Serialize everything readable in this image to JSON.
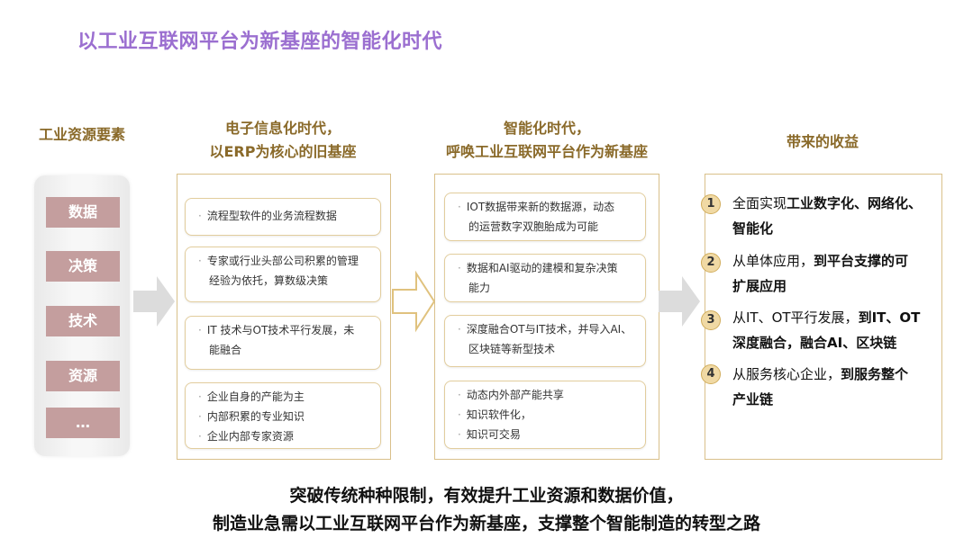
{
  "title": "以工业互联网平台为新基座的智能化时代",
  "headers": {
    "factors": "工业资源要素",
    "erp_line1": "电子信息化时代，",
    "erp_line2": "以ERP为核心的旧基座",
    "smart_line1": "智能化时代，",
    "smart_line2": "呼唤工业互联网平台作为新基座",
    "benefits": "带来的收益"
  },
  "factors": [
    "数据",
    "决策",
    "技术",
    "资源",
    "…"
  ],
  "erp_cards": [
    {
      "lines": [
        "流程型软件的业务流程数据"
      ]
    },
    {
      "lines": [
        "专家或行业头部公司积累的管理",
        "经验为依托，算数级决策"
      ]
    },
    {
      "lines": [
        "IT 技术与OT技术平行发展，未",
        "能融合"
      ]
    },
    {
      "lines": [
        "企业自身的产能为主",
        "内部积累的专业知识",
        "企业内部专家资源"
      ]
    }
  ],
  "smart_cards": [
    {
      "lines": [
        "IOT数据带来新的数据源，动态",
        "的运营数字双胞胎成为可能"
      ]
    },
    {
      "lines": [
        "数据和AI驱动的建模和复杂决策",
        "能力"
      ]
    },
    {
      "lines": [
        "深度融合OT与IT技术，并导入AI、",
        "区块链等新型技术"
      ]
    },
    {
      "lines": [
        "动态内外部产能共享",
        "知识软件化，",
        "知识可交易"
      ]
    }
  ],
  "benefits": [
    {
      "num": "1",
      "l1a": "全面实现",
      "l1b": "工业数字化、网络化、",
      "l2a": "",
      "l2b": "智能化"
    },
    {
      "num": "2",
      "l1a": "从单体应用，",
      "l1b": "到平台支撑的可",
      "l2a": "",
      "l2b": "扩展应用"
    },
    {
      "num": "3",
      "l1a": "从IT、OT平行发展，",
      "l1b": "到IT、OT",
      "l2a": "",
      "l2b": "深度融合，融合AI、区块链"
    },
    {
      "num": "4",
      "l1a": "从服务核心企业，",
      "l1b": "到服务整个",
      "l2a": "",
      "l2b": "产业链"
    }
  ],
  "bottom_line1": "突破传统种种限制，有效提升工业资源和数据价值，",
  "bottom_line2": "制造业急需以工业互联网平台作为新基座，支撑整个智能制造的转型之路"
}
